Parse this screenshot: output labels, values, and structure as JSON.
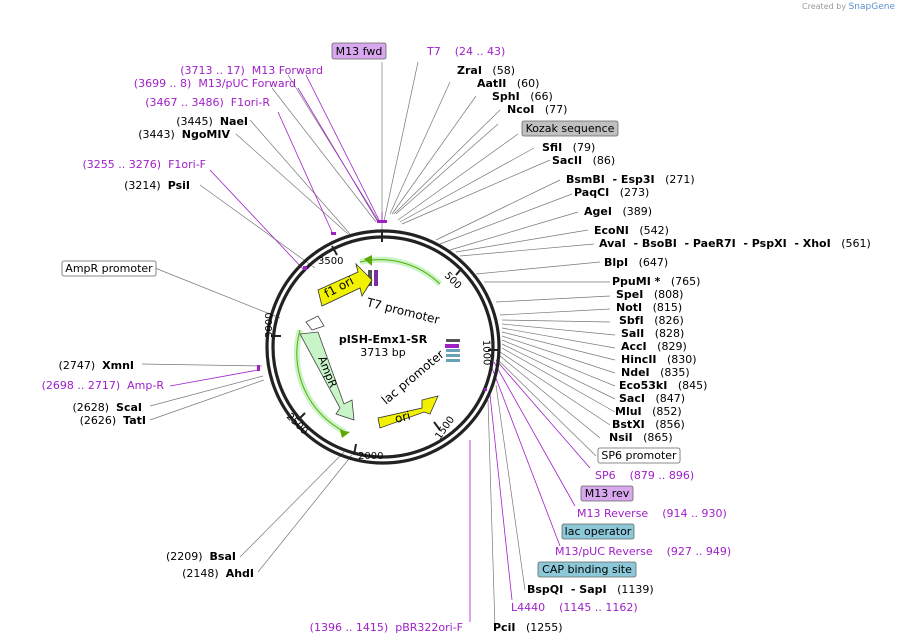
{
  "branding": {
    "created_by": "Created by",
    "app": "SnapGene"
  },
  "plasmid": {
    "name": "pISH-Emx1-SR",
    "size": "3713 bp"
  },
  "ring_ticks": [
    "500",
    "1000",
    "1500",
    "2000",
    "2500",
    "3000",
    "3500"
  ],
  "inner_features": {
    "f1_ori": "f1 ori",
    "t7_promoter": "T7 promoter",
    "ampr": "AmpR",
    "lac_promoter": "lac promoter",
    "ori": "ori"
  },
  "boxed_features": {
    "m13_fwd": "M13 fwd",
    "kozak": "Kozak sequence",
    "ampr_promoter": "AmpR promoter",
    "sp6_promoter": "SP6 promoter",
    "m13_rev": "M13 rev",
    "lac_operator": "lac operator",
    "cap_site": "CAP binding site"
  },
  "right_labels": [
    {
      "name": "T7",
      "pos": "(24 .. 43)",
      "primer": true
    },
    {
      "name": "ZraI",
      "pos": "(58)"
    },
    {
      "name": "AatII",
      "pos": "(60)"
    },
    {
      "name": "SphI",
      "pos": "(66)"
    },
    {
      "name": "NcoI",
      "pos": "(77)"
    },
    {
      "name": "SfiI",
      "pos": "(79)"
    },
    {
      "name": "SacII",
      "pos": "(86)"
    },
    {
      "name": "BsmBI  - Esp3I",
      "pos": "(271)"
    },
    {
      "name": "PaqCI",
      "pos": "(273)"
    },
    {
      "name": "AgeI",
      "pos": "(389)"
    },
    {
      "name": "EcoNI",
      "pos": "(542)"
    },
    {
      "name": "AvaI  - BsoBI  - PaeR7I  - PspXI  - XhoI",
      "pos": "(561)"
    },
    {
      "name": "BlpI",
      "pos": "(647)"
    },
    {
      "name": "PpuMI *",
      "pos": "(765)"
    },
    {
      "name": "SpeI",
      "pos": "(808)"
    },
    {
      "name": "NotI",
      "pos": "(815)"
    },
    {
      "name": "SbfI",
      "pos": "(826)"
    },
    {
      "name": "SalI",
      "pos": "(828)"
    },
    {
      "name": "AccI",
      "pos": "(829)"
    },
    {
      "name": "HincII",
      "pos": "(830)"
    },
    {
      "name": "NdeI",
      "pos": "(835)"
    },
    {
      "name": "Eco53kI",
      "pos": "(845)"
    },
    {
      "name": "SacI",
      "pos": "(847)"
    },
    {
      "name": "MluI",
      "pos": "(852)"
    },
    {
      "name": "BstXI",
      "pos": "(856)"
    },
    {
      "name": "NsiI",
      "pos": "(865)"
    },
    {
      "name": "SP6",
      "pos": "(879 .. 896)",
      "primer": true
    },
    {
      "name": "M13 Reverse",
      "pos": "(914 .. 930)",
      "primer": true
    },
    {
      "name": "M13/pUC Reverse",
      "pos": "(927 .. 949)",
      "primer": true
    },
    {
      "name": "BspQI  - SapI",
      "pos": "(1139)"
    },
    {
      "name": "L4440",
      "pos": "(1145 .. 1162)",
      "primer": true
    },
    {
      "name": "PciI",
      "pos": "(1255)"
    }
  ],
  "left_labels": [
    {
      "name": "M13 Forward",
      "pos": "(3713 .. 17)",
      "primer": true
    },
    {
      "name": "M13/pUC Forward",
      "pos": "(3699 .. 8)",
      "primer": true
    },
    {
      "name": "F1ori-R",
      "pos": "(3467 .. 3486)",
      "primer": true
    },
    {
      "name": "NaeI",
      "pos": "(3445)"
    },
    {
      "name": "NgoMIV",
      "pos": "(3443)"
    },
    {
      "name": "F1ori-F",
      "pos": "(3255 .. 3276)",
      "primer": true
    },
    {
      "name": "PsiI",
      "pos": "(3214)"
    },
    {
      "name": "XmnI",
      "pos": "(2747)"
    },
    {
      "name": "Amp-R",
      "pos": "(2698 .. 2717)",
      "primer": true
    },
    {
      "name": "ScaI",
      "pos": "(2628)"
    },
    {
      "name": "TatI",
      "pos": "(2626)"
    },
    {
      "name": "BsaI",
      "pos": "(2209)"
    },
    {
      "name": "AhdI",
      "pos": "(2148)"
    },
    {
      "name": "pBR322ori-F",
      "pos": "(1396 .. 1415)",
      "primer": true
    }
  ],
  "colors": {
    "primer": "#a020c8",
    "arrow_yellow": "#f2f200",
    "arrow_green_fill": "#c8f5c8",
    "feature_border_green": "#5fa800",
    "ring": "#222222",
    "m13_box": "#d8a8ee",
    "kozak_box": "#c0c0c0",
    "lacop_box": "#8cc8d8",
    "cap_box": "#8cc8d8"
  }
}
